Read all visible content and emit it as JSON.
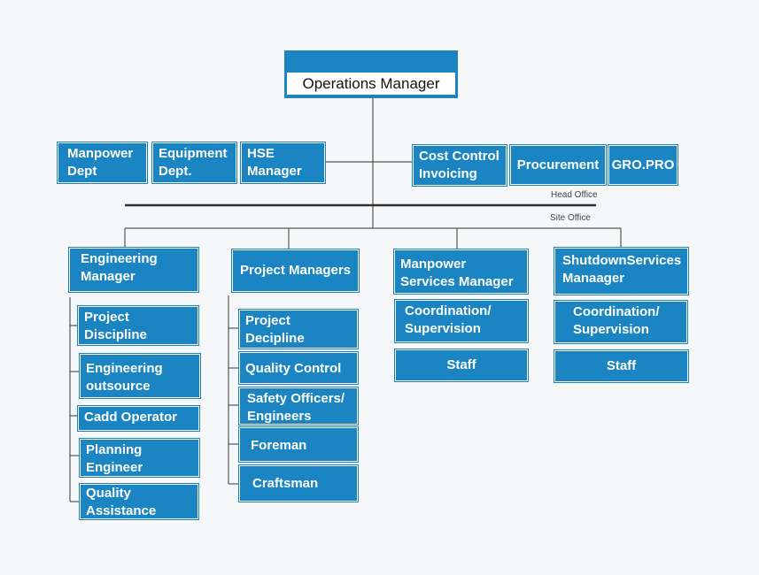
{
  "top": {
    "label": "Operations Manager"
  },
  "head_office_label": "Head Office",
  "site_office_label": "Site Office",
  "departments": {
    "manpower": "Manpower Dept",
    "equipment": "Equipment Dept.",
    "hse": "HSE Manager",
    "cost_control": "Cost Control Invoicing",
    "procurement": "Procurement",
    "gro": "GRO.PRO"
  },
  "branches": {
    "engineering": {
      "title": "Engineering Manager",
      "items": [
        "Project Discipline Engineers",
        "Engineering outsource",
        "Cadd Operator",
        "Planning Engineer",
        "Quality Assistance"
      ]
    },
    "projects": {
      "title": "Project Managers",
      "items": [
        "Project Decipline Engineers",
        "Quality Control",
        "Safety Officers/ Engineers",
        "Foreman",
        "Craftsman"
      ]
    },
    "manpower_services": {
      "title": "Manpower Services Manager",
      "items": [
        "Coordination/ Supervision",
        "Staff"
      ]
    },
    "shutdown_services": {
      "title": "ShutdownServices Manaager",
      "items": [
        "Coordination/ Supervision",
        "Staff"
      ]
    }
  },
  "colors": {
    "box": "#1b84c2",
    "line": "#555555",
    "background": "#f5f7f9"
  }
}
